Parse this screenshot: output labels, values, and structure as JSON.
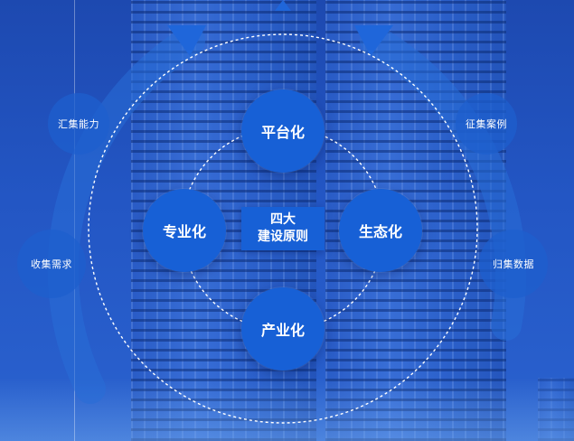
{
  "center": {
    "line1": "四大",
    "line2": "建设原则"
  },
  "principles": {
    "top": "平台化",
    "left": "专业化",
    "right": "生态化",
    "bottom": "产业化"
  },
  "cycle": {
    "left_upper": "汇集能力",
    "left_lower": "收集需求",
    "right_upper": "征集案例",
    "right_lower": "归集数据"
  },
  "colors": {
    "node_fill": "#1760d6",
    "arrow_fill": "#1f66da",
    "background": "#1f4fb8"
  }
}
